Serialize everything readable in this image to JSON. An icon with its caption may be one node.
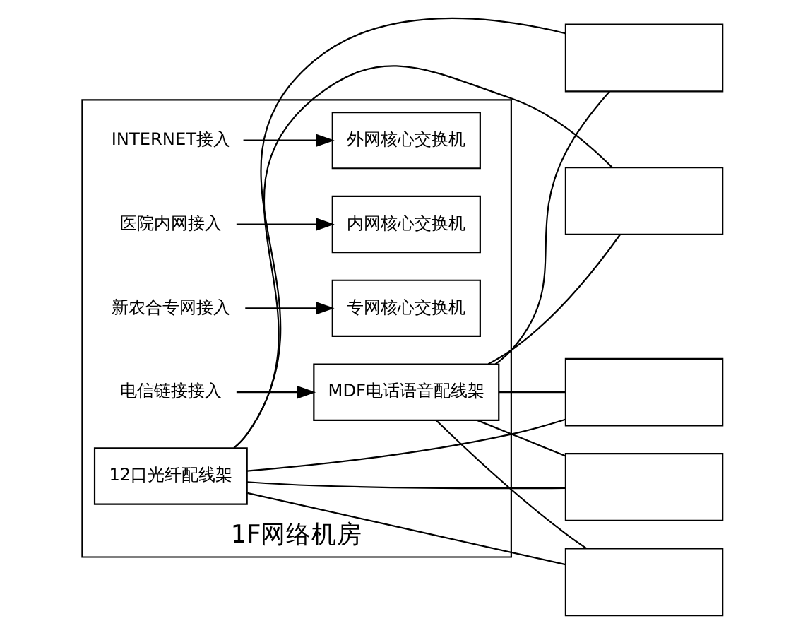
{
  "diagram": {
    "nodes": [
      {
        "text": [
          "1F网络机房"
        ]
      },
      {
        "text": [
          "INTERNET接入"
        ],
        "in": 0
      },
      {
        "text": [
          "医院内网接入"
        ],
        "in": 0
      },
      {
        "text": [
          "新农合专网接入"
        ],
        "in": 0
      },
      {
        "text": [
          "外网核心交换机"
        ],
        "in": 0
      },
      {
        "text": [
          "内网核心交换机"
        ],
        "in": 0
      },
      {
        "text": [
          "专网核心交换机"
        ],
        "in": 0
      },
      {
        "text": [
          "12口光纤配线架"
        ],
        "in": 0
      },
      {
        "text": [
          "电信链接接入"
        ],
        "in": 0
      },
      {
        "text": [
          "MDF电话语音配线架"
        ],
        "in": 0
      },
      {
        "text": [],
        "shape": "box"
      },
      {
        "text": [],
        "shape": "box"
      },
      {
        "text": [],
        "shape": "box"
      },
      {
        "text": [],
        "shape": "box"
      },
      {
        "text": [],
        "shape": "box"
      }
    ],
    "edges": [
      {
        "from": 1,
        "to": 4,
        "arrow": "to"
      },
      {
        "from": 2,
        "to": 5,
        "arrow": "to"
      },
      {
        "from": 3,
        "to": 6,
        "arrow": "to"
      },
      {
        "from": 8,
        "to": 9,
        "arrow": "to"
      },
      {
        "from": 7,
        "to": 10,
        "arrow": "none"
      },
      {
        "from": 7,
        "to": 11,
        "arrow": "none"
      },
      {
        "from": 7,
        "to": 12,
        "arrow": "none"
      },
      {
        "from": 7,
        "to": 13,
        "arrow": "none"
      },
      {
        "from": 7,
        "to": 14,
        "arrow": "none"
      },
      {
        "from": 9,
        "to": 10,
        "arrow": "none"
      },
      {
        "from": 9,
        "to": 11,
        "arrow": "none"
      },
      {
        "from": 9,
        "to": 12,
        "arrow": "none"
      },
      {
        "from": 9,
        "to": 13,
        "arrow": "none"
      },
      {
        "from": 9,
        "to": 14,
        "arrow": "none"
      }
    ]
  }
}
